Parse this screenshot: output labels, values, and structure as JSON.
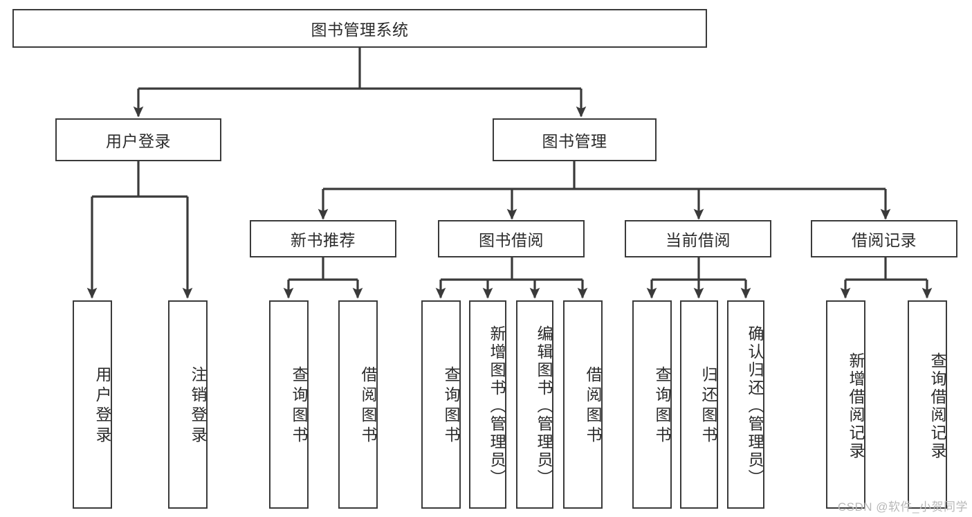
{
  "diagram": {
    "type": "tree-hierarchy-chart",
    "title": "图书管理系统",
    "colors": {
      "background": "#ffffff",
      "box_border": "#3a3a3a",
      "box_fill": "#ffffff",
      "text": "#2b2b2b",
      "connector": "#3a3a3a",
      "watermark": "#b8b8b8"
    },
    "root": {
      "label": "图书管理系统"
    },
    "level2": [
      {
        "label": "用户登录"
      },
      {
        "label": "图书管理"
      }
    ],
    "level3": [
      {
        "label": "新书推荐"
      },
      {
        "label": "图书借阅"
      },
      {
        "label": "当前借阅"
      },
      {
        "label": "借阅记录"
      }
    ],
    "leaves": {
      "user_login": [
        {
          "label": "用户登录"
        },
        {
          "label": "注销登录"
        }
      ],
      "new_book_recommend": [
        {
          "label": "查询图书"
        },
        {
          "label": "借阅图书"
        }
      ],
      "book_borrow": [
        {
          "label": "查询图书"
        },
        {
          "label": "新增图书（管理员）"
        },
        {
          "label": "编辑图书（管理员）"
        },
        {
          "label": "借阅图书"
        }
      ],
      "current_borrow": [
        {
          "label": "查询图书"
        },
        {
          "label": "归还图书"
        },
        {
          "label": "确认归还（管理员）"
        }
      ],
      "borrow_record": [
        {
          "label": "新增借阅记录"
        },
        {
          "label": "查询借阅记录"
        }
      ]
    },
    "watermark": "CSDN @软件_小贺同学"
  }
}
